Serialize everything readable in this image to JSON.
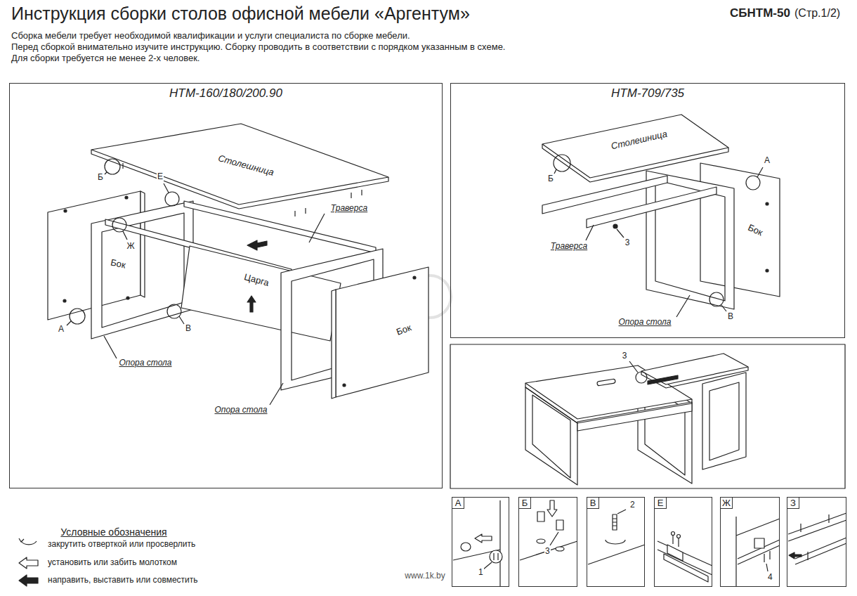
{
  "diagram": {
    "title": "Инструкция сборки столов офисной мебели «Аргентум»",
    "nodes": [
      {
        "text": [
          "НТМ-160/180/200.90"
        ]
      },
      {
        "text": [
          "НТМ-709/735"
        ]
      },
      {
        "text": [
          "А",
          "1"
        ]
      },
      {
        "text": [
          "Б",
          "3"
        ]
      },
      {
        "text": [
          "В",
          "2"
        ]
      },
      {
        "text": [
          "Е"
        ]
      },
      {
        "text": [
          "Ж",
          "4"
        ]
      },
      {
        "text": [
          "З"
        ]
      }
    ],
    "labels": [
      "СБНТМ-50",
      "(Стр.1/2)",
      "Сборка мебели требует необходимой квалификации и услуги специалиста по сборке мебели.",
      "Перед сборкой внимательно изучите инструкцию. Сборку проводить в соответствии с порядком указанным в схеме.",
      "Для сборки требуется не менее 2-х человек.",
      "Столешница",
      "Б",
      "Е",
      "Траверса",
      "Ж",
      "Бок",
      "Царга",
      "Бок",
      "А",
      "В",
      "Опора стола",
      "Опора стола",
      "Столешница",
      "Б",
      "А",
      "Бок",
      "Траверса",
      "3",
      "Опора стола",
      "В",
      "3",
      "Условные обозначения",
      "www.1k.by"
    ],
    "legend": [
      {
        "text": "закрутить отверткой или просверлить"
      },
      {
        "text": "установить или забить молотком"
      },
      {
        "text": "направить, выставить или совместить"
      }
    ]
  }
}
